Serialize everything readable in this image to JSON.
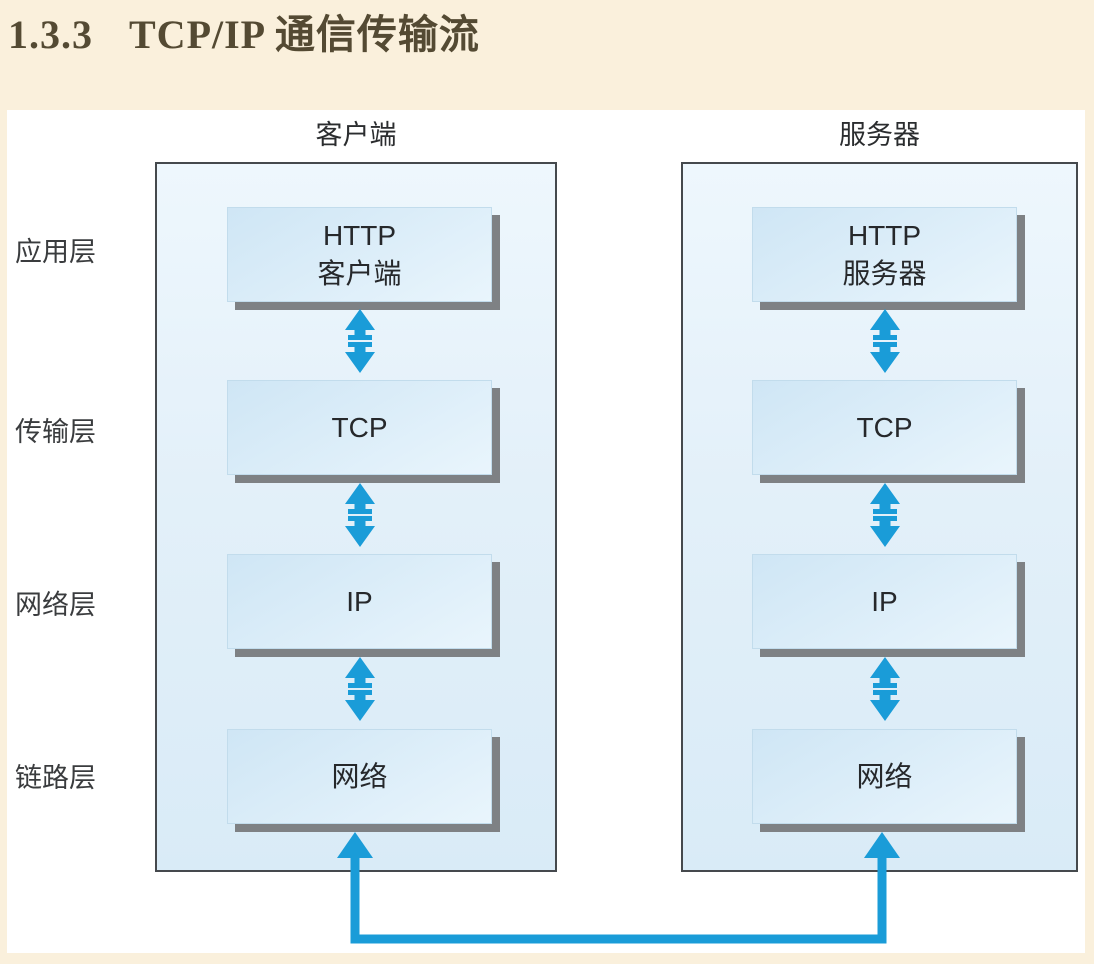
{
  "heading": {
    "number": "1.3.3",
    "title": "TCP/IP 通信传输流"
  },
  "figure": {
    "client": {
      "header": "客户端",
      "boxes": [
        {
          "line1": "HTTP",
          "line2": "客户端"
        },
        {
          "line1": "TCP"
        },
        {
          "line1": "IP"
        },
        {
          "line1": "网络"
        }
      ]
    },
    "server": {
      "header": "服务器",
      "boxes": [
        {
          "line1": "HTTP",
          "line2": "服务器"
        },
        {
          "line1": "TCP"
        },
        {
          "line1": "IP"
        },
        {
          "line1": "网络"
        }
      ]
    },
    "layers": [
      "应用层",
      "传输层",
      "网络层",
      "链路层"
    ],
    "colors": {
      "page_background": "#faf0dc",
      "panel_background": "#ffffff",
      "container_border": "#45494d",
      "box_fill_light": "#e9f5fc",
      "box_fill_dark": "#cfe6f5",
      "box_shadow_gray": "#7e8184",
      "arrow_blue": "#1a9cd8",
      "title_text": "#544a33",
      "label_text": "#3a3c3e"
    }
  }
}
